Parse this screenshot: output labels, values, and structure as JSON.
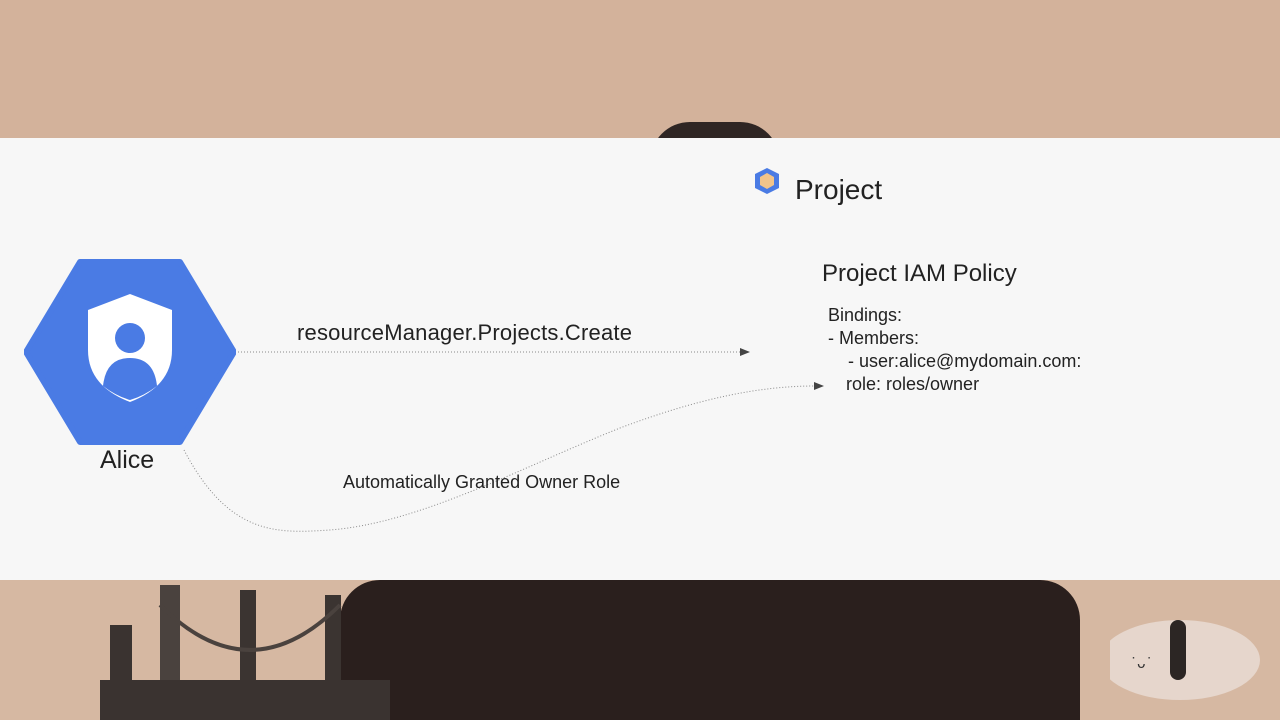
{
  "slide": {
    "project_title": "Project",
    "actor_label": "Alice",
    "create_arrow_label": "resourceManager.Projects.Create",
    "grant_arrow_label": "Automatically Granted Owner Role",
    "policy": {
      "title": "Project IAM Policy",
      "lines": [
        "Bindings:",
        "- Members:",
        "    - user:alice@mydomain.com:",
        "  role: roles/owner"
      ]
    }
  },
  "colors": {
    "hexagon_blue": "#4a7be4",
    "slide_bg": "#f7f7f7",
    "background": "#d2b29a"
  },
  "icons": {
    "actor": "user-shield-hexagon-icon",
    "project": "project-hexagon-icon"
  }
}
